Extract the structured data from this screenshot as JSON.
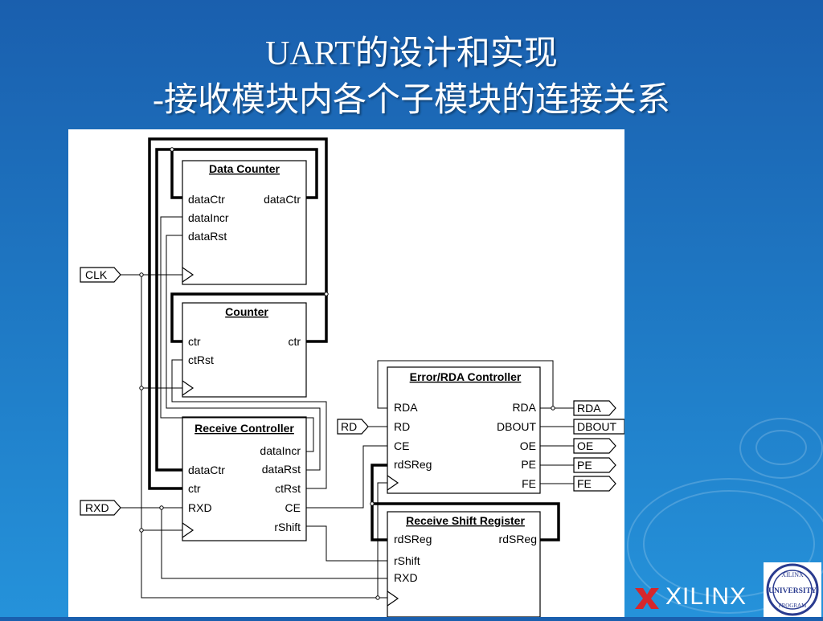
{
  "slide": {
    "title_line1": "UART的设计和实现",
    "title_line2": "-接收模块内各个子模块的连接关系"
  },
  "diagram": {
    "modules": [
      {
        "id": "data-counter",
        "title": "Data Counter",
        "ports_left": [
          "dataCtr",
          "dataIncr",
          "dataRst"
        ],
        "ports_right": [
          "dataCtr"
        ]
      },
      {
        "id": "counter",
        "title": "Counter",
        "ports_left": [
          "ctr",
          "ctRst"
        ],
        "ports_right": [
          "ctr"
        ]
      },
      {
        "id": "receive-controller",
        "title": "Receive Controller",
        "ports_left": [
          "dataCtr",
          "ctr",
          "RXD"
        ],
        "ports_right": [
          "dataIncr",
          "dataRst",
          "ctRst",
          "CE",
          "rShift"
        ]
      },
      {
        "id": "error-rda-controller",
        "title": "Error/RDA Controller",
        "ports_left": [
          "RDA",
          "RD",
          "CE",
          "rdSReg"
        ],
        "ports_right": [
          "RDA",
          "DBOUT",
          "OE",
          "PE",
          "FE"
        ]
      },
      {
        "id": "receive-shift-register",
        "title": "Receive Shift Register",
        "ports_left": [
          "rdSReg",
          "rShift",
          "RXD"
        ],
        "ports_right": [
          "rdSReg"
        ]
      }
    ],
    "inputs": [
      "CLK",
      "RXD",
      "RD"
    ],
    "outputs": [
      "RDA",
      "DBOUT",
      "OE",
      "PE",
      "FE"
    ]
  },
  "branding": {
    "company": "XILINX",
    "seal_top": "XILINX",
    "seal_middle": "UNIVERSITY",
    "seal_bottom": "PROGRAM"
  }
}
